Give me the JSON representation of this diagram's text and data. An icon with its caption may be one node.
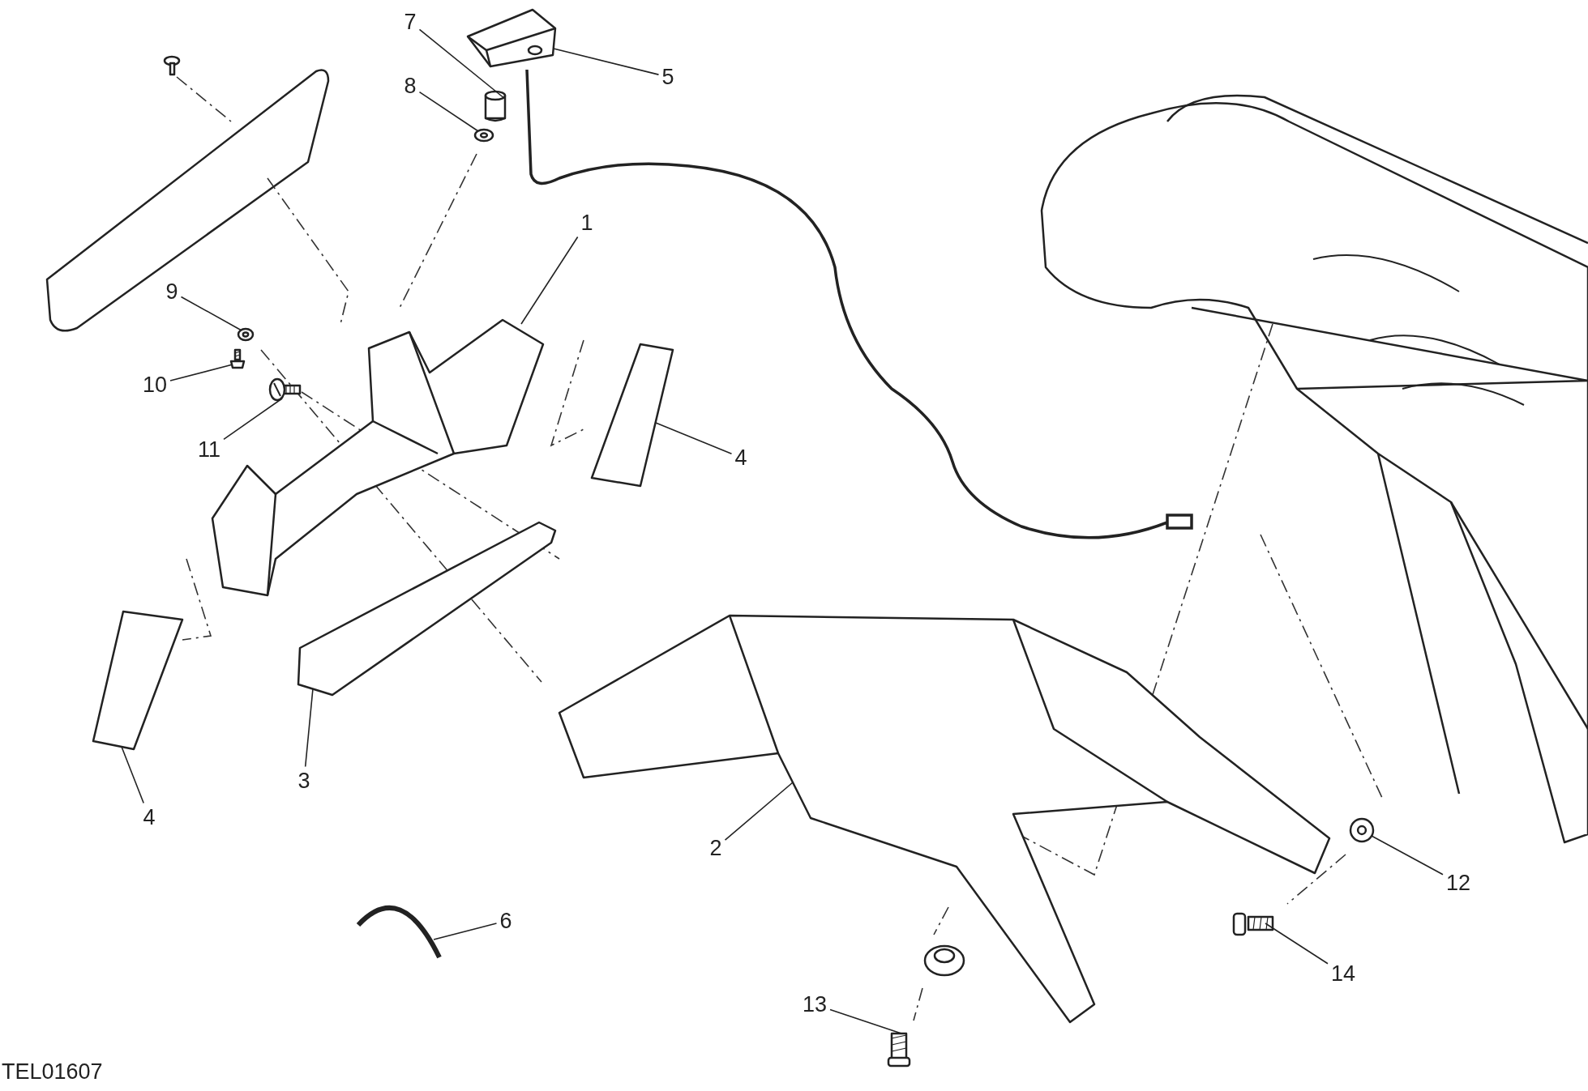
{
  "diagram": {
    "nodes": [
      {
        "text": [
          "7"
        ]
      },
      {
        "text": [
          "8"
        ]
      },
      {
        "text": [
          "5"
        ]
      },
      {
        "text": [
          "1"
        ]
      },
      {
        "text": [
          "9"
        ]
      },
      {
        "text": [
          "10"
        ]
      },
      {
        "text": [
          "11"
        ]
      },
      {
        "text": [
          "4"
        ]
      },
      {
        "text": [
          "4"
        ]
      },
      {
        "text": [
          "3"
        ]
      },
      {
        "text": [
          "2"
        ]
      },
      {
        "text": [
          "6"
        ]
      },
      {
        "text": [
          "12"
        ]
      },
      {
        "text": [
          "13"
        ]
      },
      {
        "text": [
          "14"
        ]
      },
      {
        "text": [],
        "shape": "cylinder"
      },
      {
        "text": [],
        "shape": "circle"
      },
      {
        "text": [],
        "shape": "picture"
      },
      {
        "text": [],
        "shape": "picture"
      },
      {
        "text": [],
        "shape": "circle"
      },
      {
        "text": [],
        "shape": "picture"
      },
      {
        "text": [],
        "shape": "picture"
      },
      {
        "text": [],
        "shape": "picture"
      },
      {
        "text": [],
        "shape": "picture"
      },
      {
        "text": [],
        "shape": "picture"
      },
      {
        "text": [],
        "shape": "picture"
      },
      {
        "text": [],
        "shape": "picture"
      },
      {
        "text": [],
        "shape": "circle"
      },
      {
        "text": [],
        "shape": "picture"
      },
      {
        "text": [],
        "shape": "picture"
      }
    ],
    "edges": [
      {
        "from": 0,
        "to": 15,
        "arrow": "none"
      },
      {
        "from": 1,
        "to": 16,
        "arrow": "none"
      },
      {
        "from": 2,
        "to": 17,
        "arrow": "none"
      },
      {
        "from": 3,
        "to": 18,
        "arrow": "none"
      },
      {
        "from": 4,
        "to": 19,
        "arrow": "none"
      },
      {
        "from": 5,
        "to": 20,
        "arrow": "none"
      },
      {
        "from": 6,
        "to": 21,
        "arrow": "none"
      },
      {
        "from": 7,
        "to": 22,
        "arrow": "none"
      },
      {
        "from": 8,
        "to": 23,
        "arrow": "none"
      },
      {
        "from": 9,
        "to": 24,
        "arrow": "none"
      },
      {
        "from": 10,
        "to": 25,
        "arrow": "none"
      },
      {
        "from": 11,
        "to": 26,
        "arrow": "none"
      },
      {
        "from": 12,
        "to": 27,
        "arrow": "none"
      },
      {
        "from": 13,
        "to": 28,
        "arrow": "none"
      },
      {
        "from": 14,
        "to": 29,
        "arrow": "none"
      }
    ],
    "labels": [
      "TEL01607"
    ]
  }
}
